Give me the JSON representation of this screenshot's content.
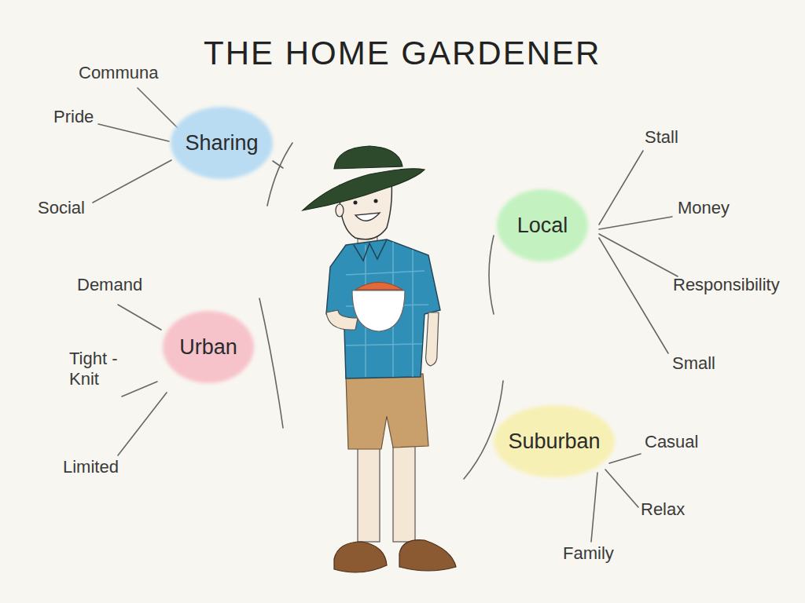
{
  "diagram": {
    "title": "THE HOME GARDENER",
    "nodes": [
      {
        "text": [
          "Sharing"
        ]
      },
      {
        "text": [
          "Local"
        ]
      },
      {
        "text": [
          "Urban"
        ]
      },
      {
        "text": [
          "Suburban"
        ]
      }
    ],
    "labels": [
      "Communa",
      "Pride",
      "Social",
      "Stall",
      "Money",
      "Responsibility",
      "Small",
      "Demand",
      "Tight -Knit",
      "Limited",
      "Casual",
      "Relax",
      "Family"
    ]
  }
}
